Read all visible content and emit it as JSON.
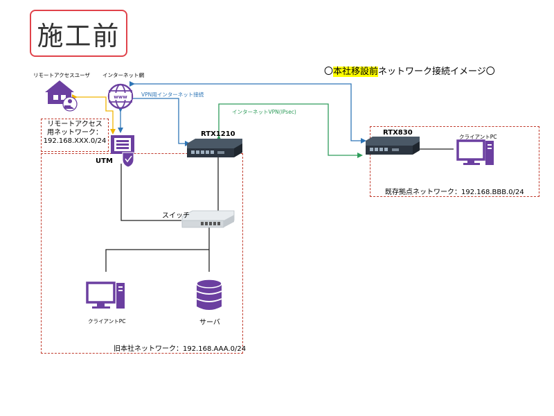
{
  "title": "施工前",
  "heading": {
    "prefix": "〇",
    "highlight": "本社移設前",
    "suffix": "ネットワーク接続イメージ〇"
  },
  "labels": {
    "remote_user": "リモートアクセスユーザ",
    "internet": "インターネット網",
    "vpn_internet": "VPN用インターネット接続",
    "ipsec": "インターネットVPN(IPsec)",
    "rtx1210": "RTX1210",
    "rtx830": "RTX830",
    "utm": "UTM",
    "switch": "スイッチ",
    "client_pc_main": "クライアントPC",
    "server": "サーバ",
    "client_pc_branch": "クライアントPC",
    "remote_network": [
      "リモートアクセス",
      "用ネットワーク：",
      "192.168.XXX.0/24"
    ],
    "old_hq_network": "旧本社ネットワーク：192.168.AAA.0/24",
    "branch_network": "既存拠点ネットワーク：192.168.BBB.0/24"
  },
  "colors": {
    "title_border": "#e0424a",
    "region_border": "#c0392b",
    "icon_purple": "#6b3fa0",
    "link_blue": "#2e75b6",
    "link_green": "#2e9c5a",
    "link_yellow": "#f0b400",
    "highlight": "#ffff00"
  },
  "icons": {
    "remote_user": "house-user-icon",
    "internet": "globe-www-icon",
    "utm": "firewall-shield-icon",
    "router": "router-icon",
    "switch": "network-switch-icon",
    "client_pc": "desktop-pc-icon",
    "server": "database-server-icon"
  }
}
